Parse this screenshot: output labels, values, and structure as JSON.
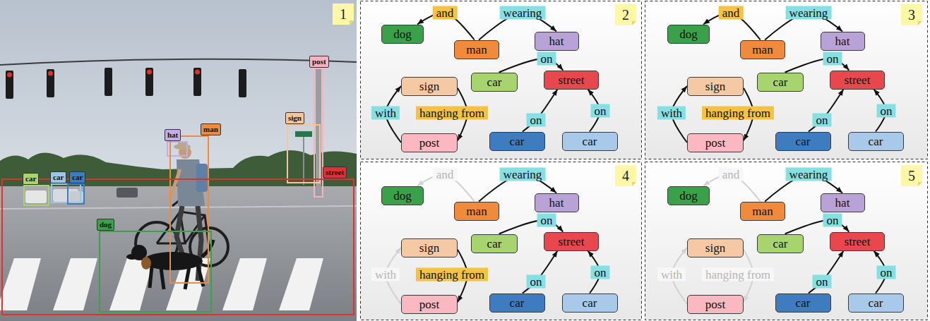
{
  "diagram": {
    "nodes": [
      {
        "text": [
          "post"
        ]
      },
      {
        "text": [
          "sign"
        ]
      },
      {
        "text": [
          "hat"
        ]
      },
      {
        "text": [
          "man"
        ]
      },
      {
        "text": [
          "car"
        ]
      },
      {
        "text": [
          "car"
        ]
      },
      {
        "text": [
          "car"
        ]
      },
      {
        "text": [
          "street"
        ]
      },
      {
        "text": [
          "dog"
        ]
      },
      {
        "text": [
          "dog"
        ]
      },
      {
        "text": [
          "man"
        ]
      },
      {
        "text": [
          "hat"
        ]
      },
      {
        "text": [
          "car"
        ]
      },
      {
        "text": [
          "street"
        ]
      },
      {
        "text": [
          "sign"
        ]
      },
      {
        "text": [
          "post"
        ]
      },
      {
        "text": [
          "car"
        ]
      },
      {
        "text": [
          "car"
        ]
      },
      {
        "text": [
          "dog"
        ]
      },
      {
        "text": [
          "man"
        ]
      },
      {
        "text": [
          "hat"
        ]
      },
      {
        "text": [
          "car"
        ]
      },
      {
        "text": [
          "street"
        ]
      },
      {
        "text": [
          "sign"
        ]
      },
      {
        "text": [
          "post"
        ]
      },
      {
        "text": [
          "car"
        ]
      },
      {
        "text": [
          "car"
        ]
      },
      {
        "text": [
          "dog"
        ]
      },
      {
        "text": [
          "man"
        ]
      },
      {
        "text": [
          "hat"
        ]
      },
      {
        "text": [
          "car"
        ]
      },
      {
        "text": [
          "street"
        ]
      },
      {
        "text": [
          "sign"
        ]
      },
      {
        "text": [
          "post"
        ]
      },
      {
        "text": [
          "car"
        ]
      },
      {
        "text": [
          "car"
        ]
      },
      {
        "text": [
          "dog"
        ]
      },
      {
        "text": [
          "man"
        ]
      },
      {
        "text": [
          "hat"
        ]
      },
      {
        "text": [
          "car"
        ]
      },
      {
        "text": [
          "street"
        ]
      },
      {
        "text": [
          "sign"
        ]
      },
      {
        "text": [
          "post"
        ]
      },
      {
        "text": [
          "car"
        ]
      },
      {
        "text": [
          "car"
        ]
      }
    ],
    "edges": [
      {
        "from": 10,
        "to": 9,
        "arrow": "to",
        "label": "and"
      },
      {
        "from": 10,
        "to": 11,
        "arrow": "to",
        "label": "wearing"
      },
      {
        "from": 12,
        "to": 13,
        "arrow": "to",
        "label": "on"
      },
      {
        "from": 14,
        "to": 15,
        "arrow": "to",
        "label": "hanging from"
      },
      {
        "from": 15,
        "to": 14,
        "arrow": "to",
        "label": "with"
      },
      {
        "from": 16,
        "to": 13,
        "arrow": "to",
        "label": "on"
      },
      {
        "from": 17,
        "to": 13,
        "arrow": "to",
        "label": "on"
      },
      {
        "from": 19,
        "to": 18,
        "arrow": "to",
        "label": "and"
      },
      {
        "from": 19,
        "to": 20,
        "arrow": "to",
        "label": "wearing"
      },
      {
        "from": 21,
        "to": 22,
        "arrow": "to",
        "label": "on"
      },
      {
        "from": 23,
        "to": 24,
        "arrow": "to",
        "label": "hanging from"
      },
      {
        "from": 24,
        "to": 23,
        "arrow": "to",
        "label": "with"
      },
      {
        "from": 25,
        "to": 22,
        "arrow": "to",
        "label": "on"
      },
      {
        "from": 26,
        "to": 22,
        "arrow": "to",
        "label": "on"
      },
      {
        "from": 28,
        "to": 27,
        "arrow": "to",
        "label": "and"
      },
      {
        "from": 28,
        "to": 29,
        "arrow": "to",
        "label": "wearing"
      },
      {
        "from": 30,
        "to": 31,
        "arrow": "to",
        "label": "on"
      },
      {
        "from": 32,
        "to": 33,
        "arrow": "to",
        "label": "hanging from"
      },
      {
        "from": 33,
        "to": 32,
        "arrow": "to",
        "label": "with"
      },
      {
        "from": 34,
        "to": 31,
        "arrow": "to",
        "label": "on"
      },
      {
        "from": 35,
        "to": 31,
        "arrow": "to",
        "label": "on"
      },
      {
        "from": 37,
        "to": 36,
        "arrow": "to",
        "label": "and"
      },
      {
        "from": 37,
        "to": 38,
        "arrow": "to",
        "label": "wearing"
      },
      {
        "from": 39,
        "to": 40,
        "arrow": "to",
        "label": "on"
      },
      {
        "from": 41,
        "to": 42,
        "arrow": "to",
        "label": "hanging from"
      },
      {
        "from": 42,
        "to": 41,
        "arrow": "to",
        "label": "with"
      },
      {
        "from": 43,
        "to": 40,
        "arrow": "to",
        "label": "on"
      },
      {
        "from": 44,
        "to": 40,
        "arrow": "to",
        "label": "on"
      }
    ],
    "labels": [
      "1",
      "2",
      "3",
      "4",
      "5"
    ]
  }
}
